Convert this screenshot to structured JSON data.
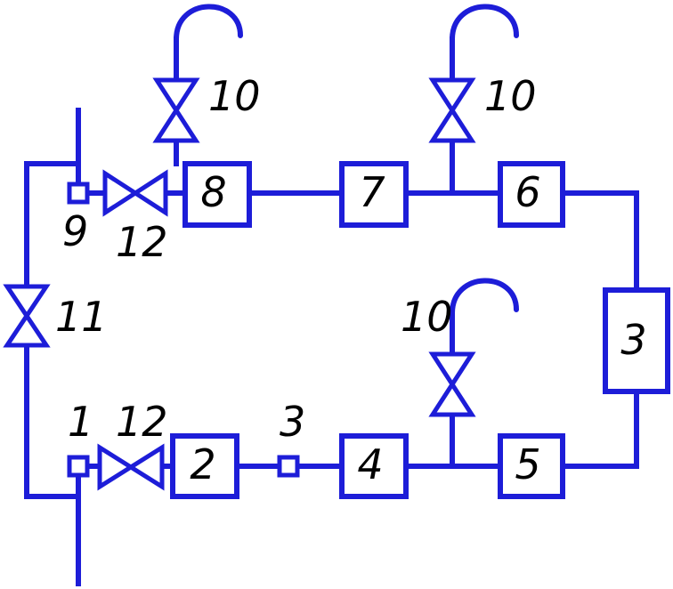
{
  "diagram": {
    "color": "#1d1dd8",
    "boxes": {
      "b2": "2",
      "b3": "3",
      "b4": "4",
      "b5": "5",
      "b6": "6",
      "b7": "7",
      "b8": "8"
    },
    "labels": {
      "sensor1": "1",
      "sensor3": "3",
      "sensor9": "9",
      "valve11": "11",
      "valve12_top": "12",
      "valve12_bottom": "12",
      "valve10_top_left": "10",
      "valve10_top_right": "10",
      "valve10_bottom": "10"
    }
  }
}
